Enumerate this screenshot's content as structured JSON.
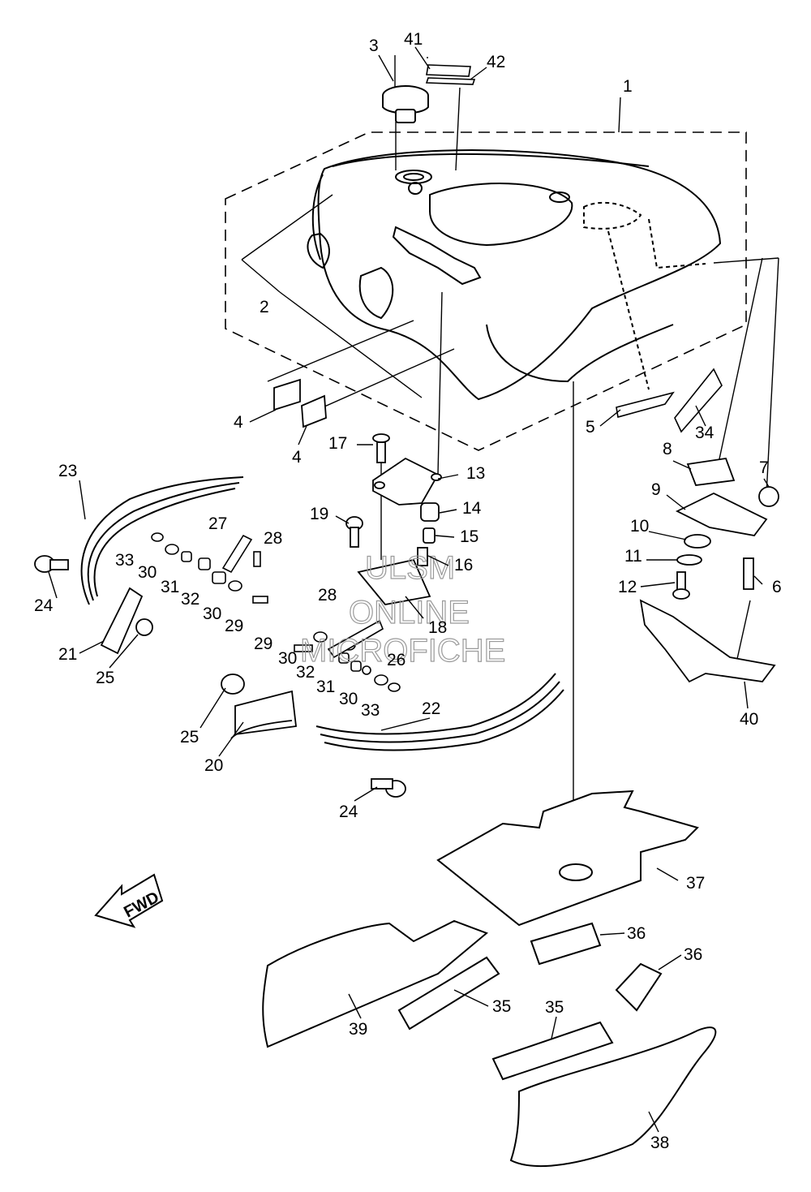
{
  "diagram": {
    "callouts": {
      "c1": "1",
      "c2": "2",
      "c3": "3",
      "c4a": "4",
      "c4b": "4",
      "c5": "5",
      "c6": "6",
      "c7": "7",
      "c8": "8",
      "c9": "9",
      "c10": "10",
      "c11": "11",
      "c12": "12",
      "c13": "13",
      "c14": "14",
      "c15": "15",
      "c16": "16",
      "c17": "17",
      "c18": "18",
      "c19": "19",
      "c20": "20",
      "c21": "21",
      "c22": "22",
      "c23": "23",
      "c24a": "24",
      "c24b": "24",
      "c25a": "25",
      "c25b": "25",
      "c26": "26",
      "c27": "27",
      "c28a": "28",
      "c28b": "28",
      "c29a": "29",
      "c29b": "29",
      "c30a": "30",
      "c30b": "30",
      "c30c": "30",
      "c30d": "30",
      "c31a": "31",
      "c31b": "31",
      "c32a": "32",
      "c32b": "32",
      "c33a": "33",
      "c33b": "33",
      "c34": "34",
      "c35a": "35",
      "c35b": "35",
      "c36a": "36",
      "c36b": "36",
      "c37": "37",
      "c38": "38",
      "c39": "39",
      "c40": "40",
      "c41": "41",
      "c42": "42"
    },
    "fwd_label": "FWD",
    "watermark": {
      "line1": "ULSM",
      "line2": "ONLINE",
      "line3": "MICROFICHE"
    }
  }
}
